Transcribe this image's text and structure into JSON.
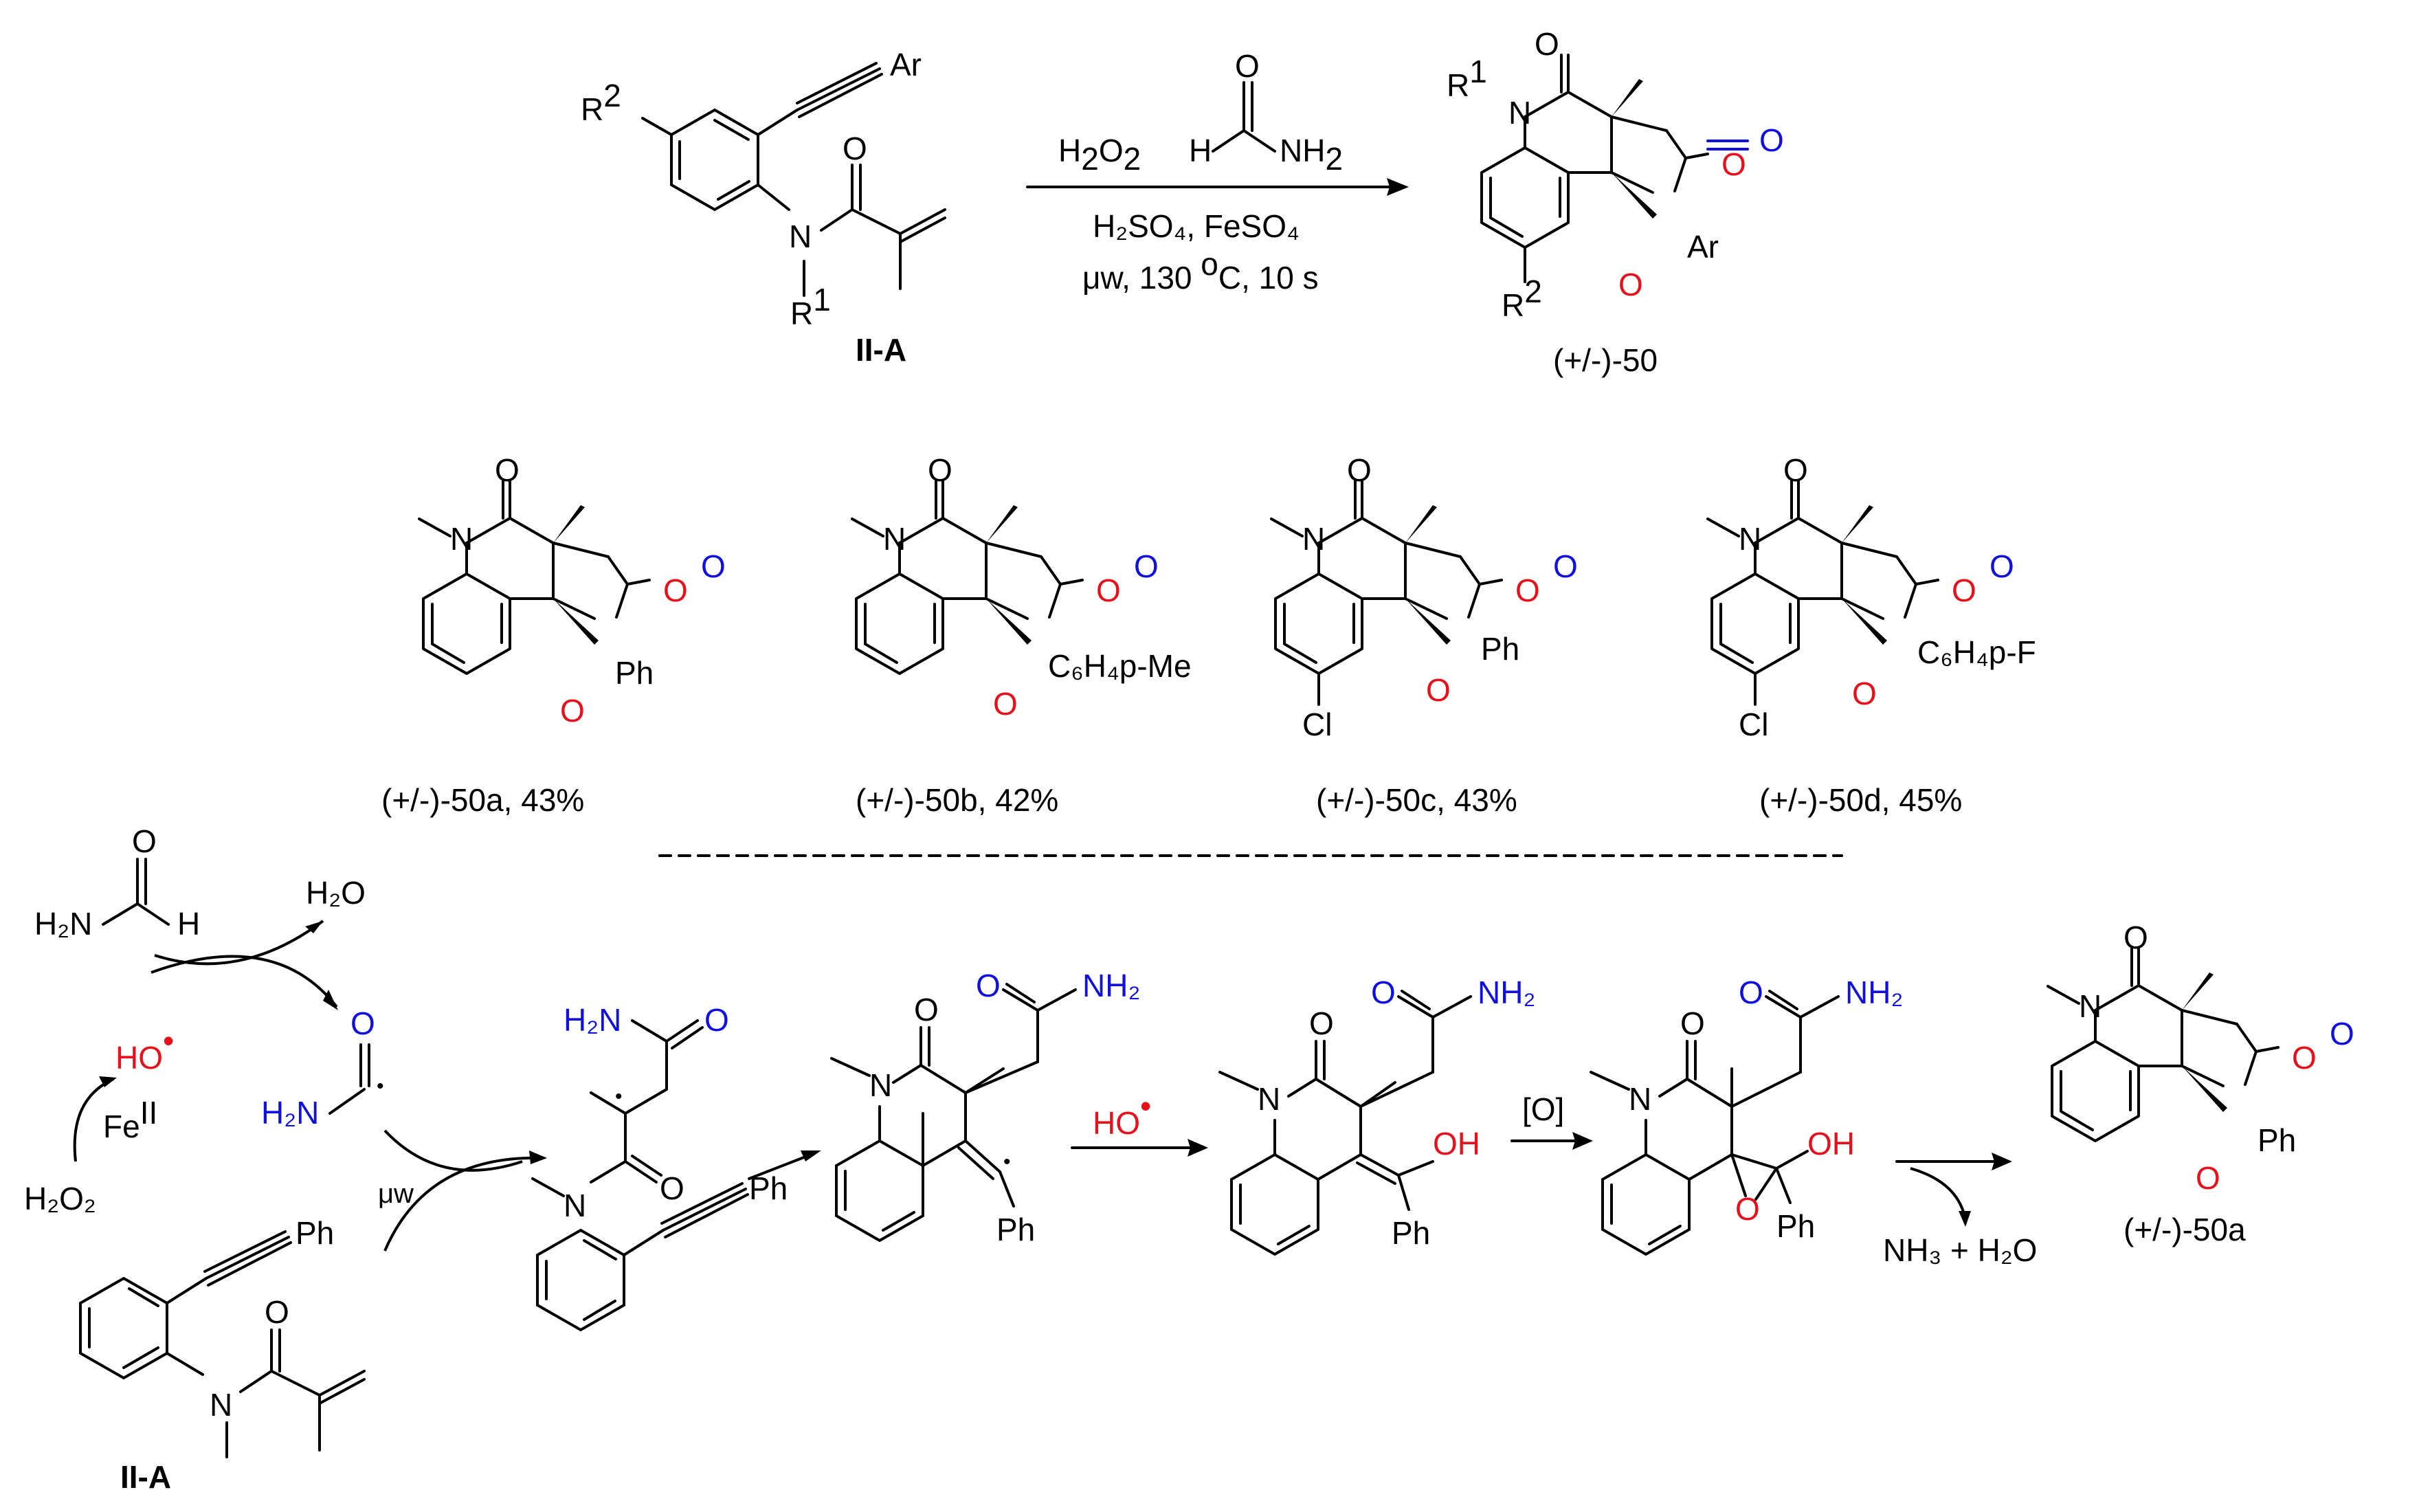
{
  "colors": {
    "oxygen": "#e8101a",
    "added_group": "#1010e0",
    "bond": "#000000"
  },
  "top": {
    "reactant_label": "II-A",
    "reactant": {
      "r2": "R",
      "r2_sup": "2",
      "r1": "R",
      "r1_sup": "1",
      "ar": "Ar",
      "n": "N",
      "o": "O"
    },
    "conditions": {
      "reagent1_h": "H",
      "reagent1_sub": "2",
      "reagent1_o": "O",
      "reagent1_sub2": "2",
      "formamide_h": "H",
      "formamide_nh": "NH",
      "formamide_sub": "2",
      "formamide_o": "O",
      "line2": "H₂SO₄, FeSO₄",
      "line3_mu": "μw, 130 ",
      "line3_sup": "o",
      "line3_rest": "C, 10 s"
    },
    "product": {
      "label_prefix": "(+/-)-",
      "label_num": "50",
      "r1": "R",
      "r1_sup": "1",
      "r2": "R",
      "r2_sup": "2",
      "ar": "Ar",
      "n": "N",
      "o": "O"
    }
  },
  "examples": [
    {
      "prefix": "(+/-)-",
      "num": "50a",
      "yield": ", 43%",
      "aryl": "Ph",
      "cl": ""
    },
    {
      "prefix": "(+/-)-",
      "num": "50b",
      "yield": ", 42%",
      "aryl": "C₆H₄p-Me",
      "cl": ""
    },
    {
      "prefix": "(+/-)-",
      "num": "50c",
      "yield": ", 43%",
      "aryl": "Ph",
      "cl": "Cl"
    },
    {
      "prefix": "(+/-)-",
      "num": "50d",
      "yield": ", 45%",
      "aryl": "C₆H₄p-F",
      "cl": "Cl"
    }
  ],
  "mechanism": {
    "formamide_h2n": "H₂N",
    "formamide_h": "H",
    "formamide_o": "O",
    "water": "H₂O",
    "hydroxyl": "HO",
    "radical_dot": "•",
    "fe": "Fe",
    "fe_sup": "II",
    "h2o2": "H₂O₂",
    "carbamoyl_h2n": "H₂N",
    "carbamoyl_o": "O",
    "mw": "μw",
    "reactant_label": "II-A",
    "ph": "Ph",
    "int1_h2n": "H₂N",
    "int2_nh2": "NH₂",
    "int2_hydroxyl": "HO",
    "int3_oh": "OH",
    "oxidant": "[O]",
    "byproducts": "NH₃ + H₂O",
    "product_prefix": "(+/-)-",
    "product_num": "50a",
    "n": "N",
    "o": "O"
  }
}
